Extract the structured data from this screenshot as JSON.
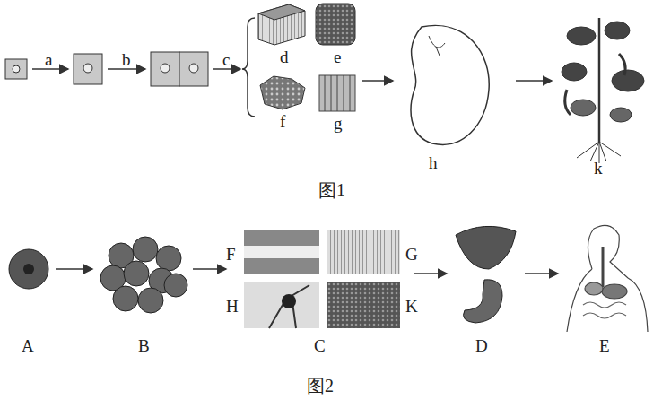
{
  "diagram": {
    "labels": [
      "a",
      "b",
      "c",
      "d",
      "e",
      "f",
      "g",
      "h",
      "k",
      "图1",
      "A",
      "B",
      "F",
      "G",
      "H",
      "K",
      "C",
      "D",
      "E",
      "图2"
    ]
  }
}
